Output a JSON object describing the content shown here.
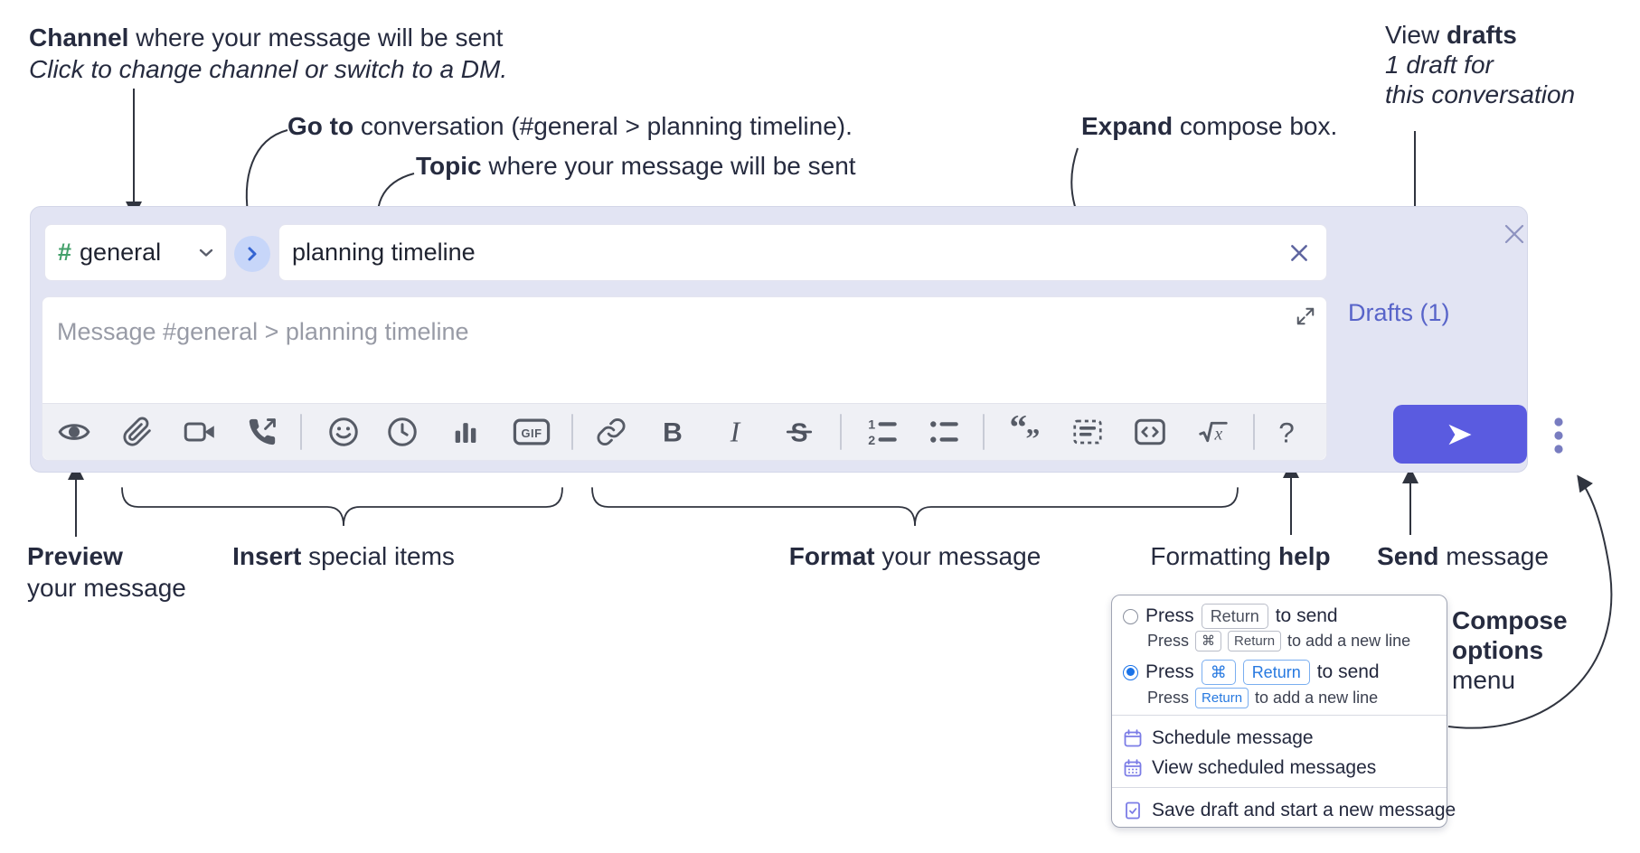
{
  "colors": {
    "accent": "#5a5be0",
    "compose_bg": "#e2e4f3",
    "link": "#5864c9",
    "kbd_blue": "#2779e0",
    "icon_purple": "#7b7ce6",
    "hash_green": "#43a06a",
    "circle_bg": "#c7d6f9",
    "arrow_blue": "#3464d2"
  },
  "annotations": {
    "channel": {
      "bold": "Channel",
      "rest": " where your message will be sent",
      "line2": "Click to change channel or switch to a DM."
    },
    "goto": {
      "bold": "Go to",
      "rest": " conversation (#general > planning timeline)."
    },
    "topic": {
      "bold": "Topic",
      "rest": " where your message will be sent"
    },
    "expand": {
      "bold": "Expand",
      "rest": " compose box."
    },
    "view_drafts": {
      "pre": "View ",
      "bold": "drafts",
      "line2": "1 draft for",
      "line3": "this conversation"
    },
    "preview": {
      "bold": "Preview",
      "line2": "your message"
    },
    "insert": {
      "bold": "Insert",
      "rest": " special items"
    },
    "format": {
      "bold": "Format",
      "rest": " your message"
    },
    "formatting_help": {
      "pre": "Formatting ",
      "bold": "help"
    },
    "send": {
      "bold": "Send",
      "rest": " message"
    },
    "compose_options": {
      "bold1": "Compose",
      "bold2": "options",
      "line3": "menu"
    }
  },
  "compose_box": {
    "channel": {
      "hash": "#",
      "name": "general"
    },
    "topic_value": "planning timeline",
    "message_placeholder": "Message #general > planning timeline",
    "drafts_link": "Drafts (1)"
  },
  "toolbar": {
    "gif": "GIF",
    "bold": "B",
    "italic": "I",
    "strike": "S",
    "help": "?",
    "numlist_1": "1",
    "numlist_2": "2",
    "quote_open": "“",
    "quote_close": "”",
    "math_x": "x"
  },
  "popup": {
    "option1": {
      "press": "Press",
      "key": "Return",
      "after": "to send",
      "sub": {
        "press": "Press",
        "key1": "⌘",
        "key2": "Return",
        "after": "to add a new line"
      }
    },
    "option2": {
      "press": "Press",
      "key1": "⌘",
      "key2": "Return",
      "after": "to send",
      "sub": {
        "press": "Press",
        "key": "Return",
        "after": "to add a new line"
      }
    },
    "schedule": "Schedule message",
    "view_scheduled": "View scheduled messages",
    "save_draft": "Save draft and start a new message"
  }
}
